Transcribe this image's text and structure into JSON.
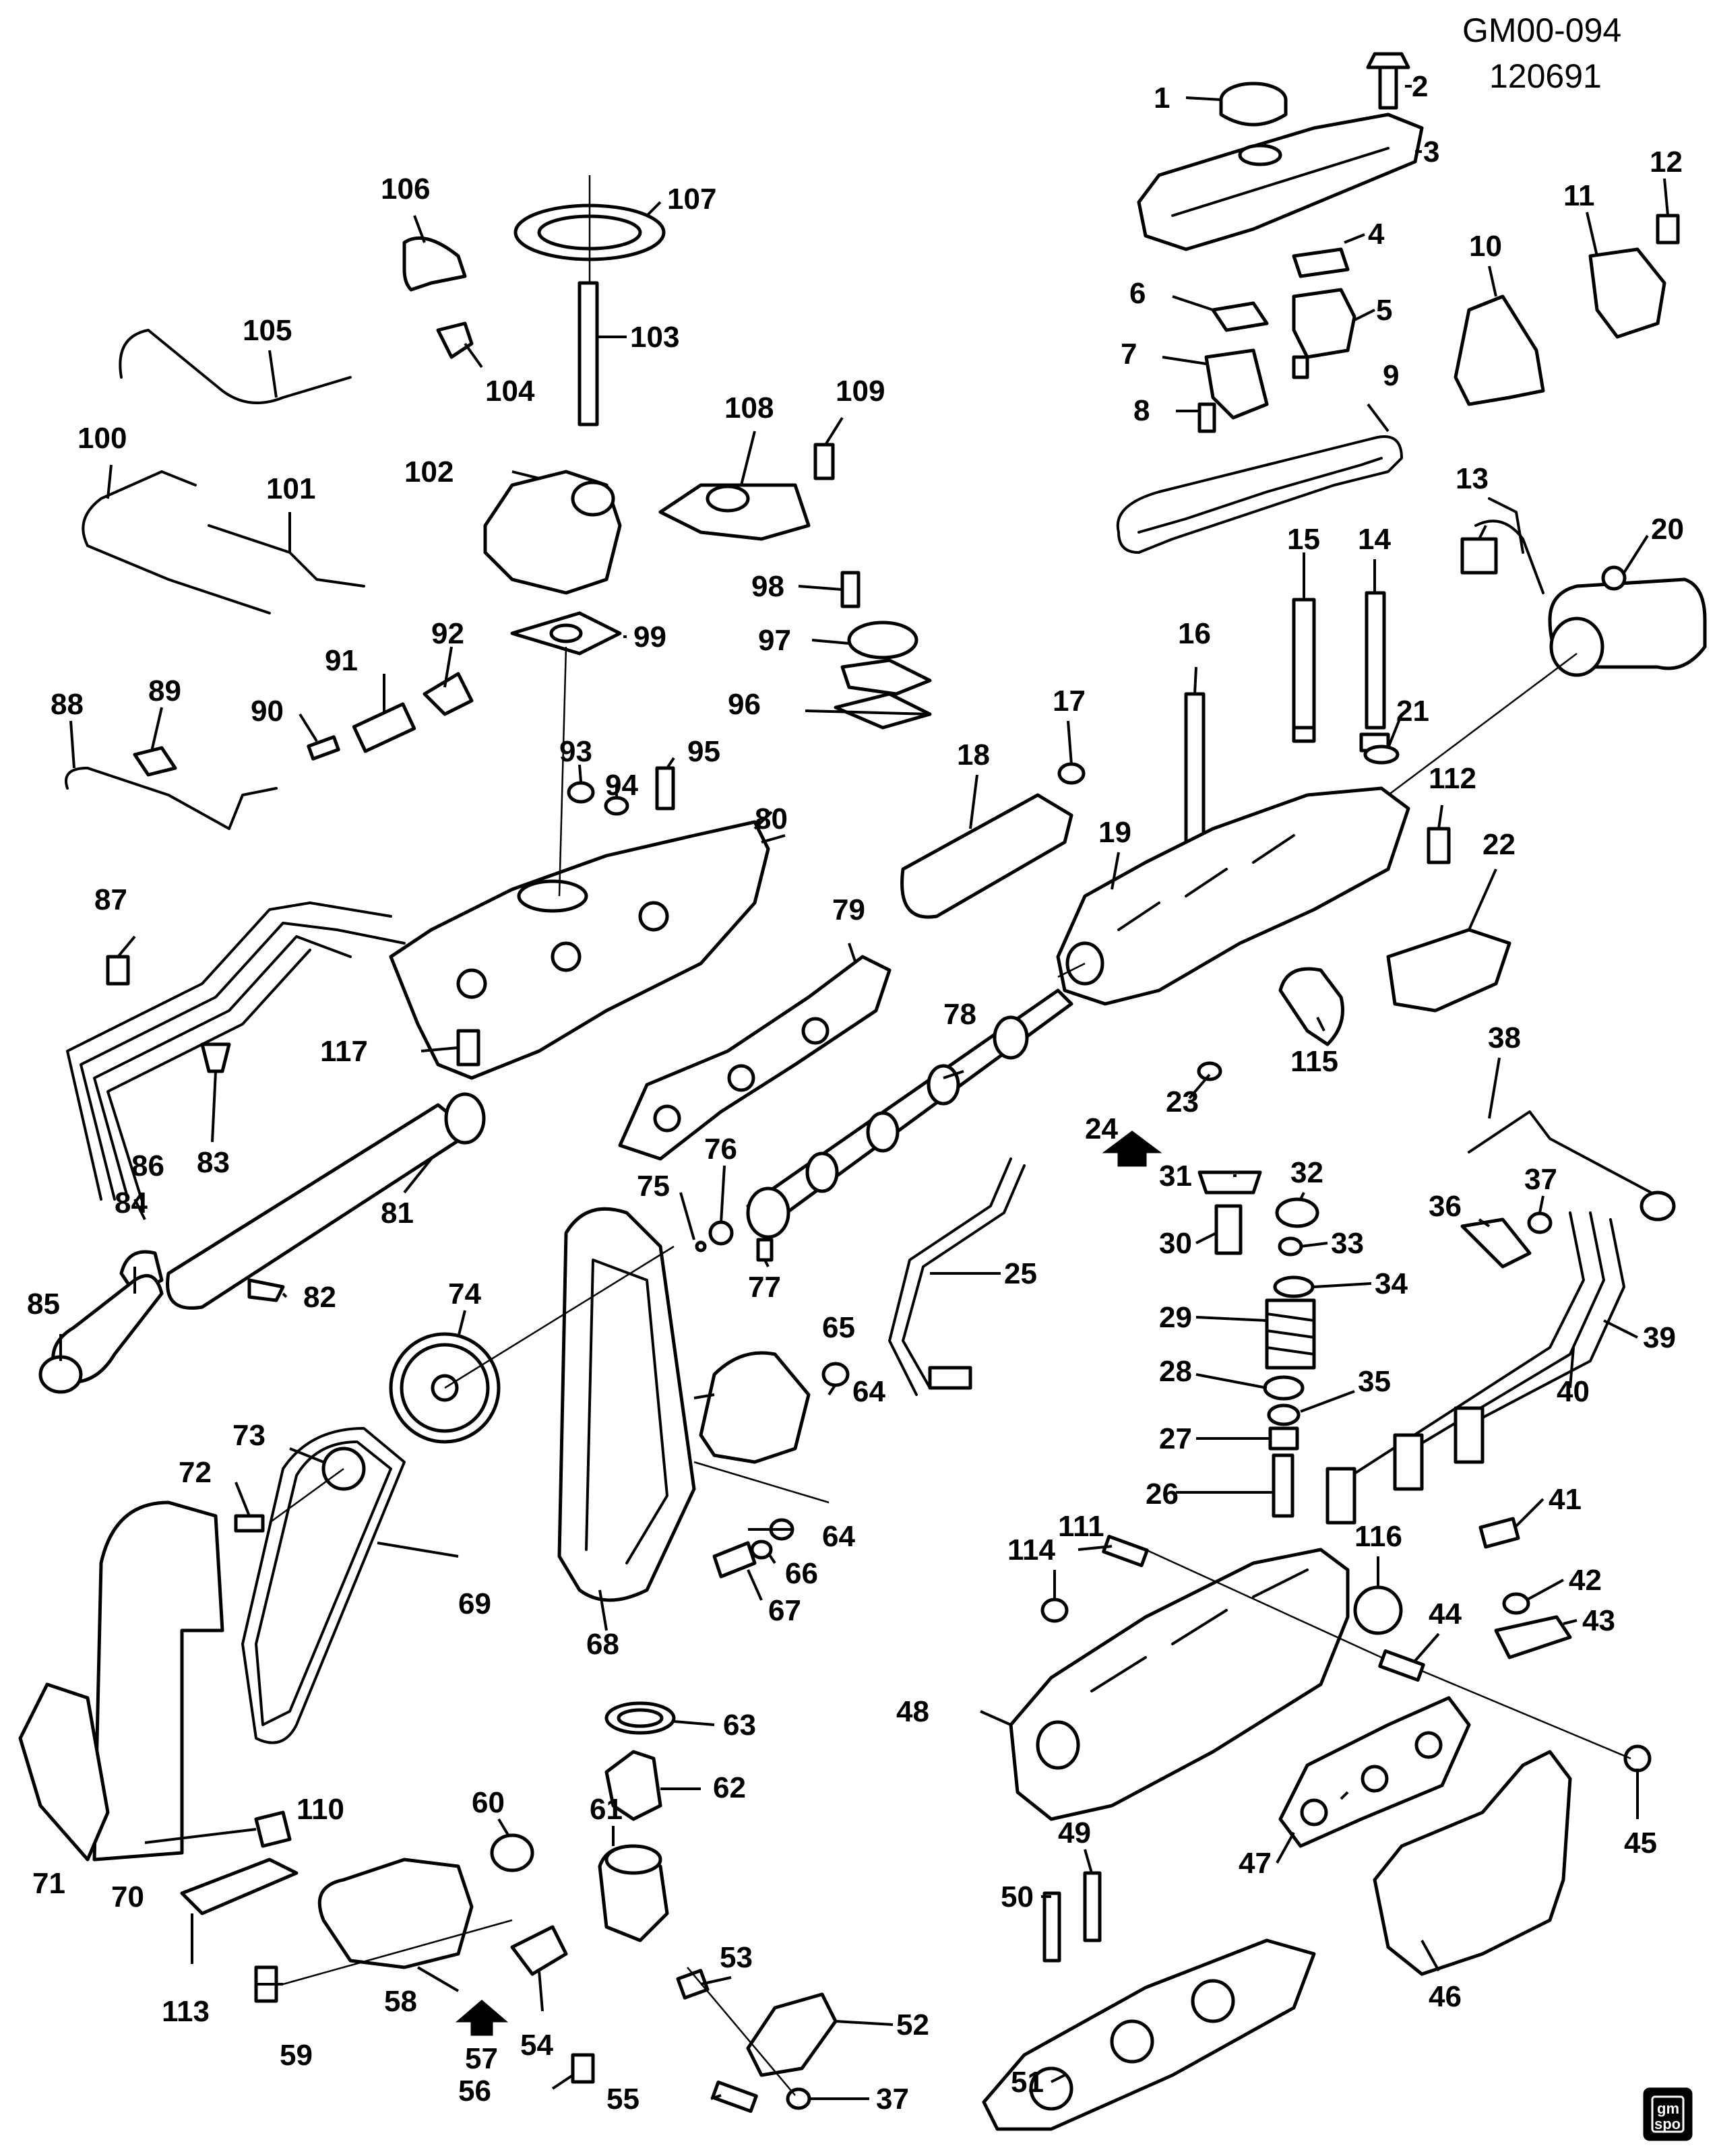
{
  "header": {
    "drawing_id": "GM00-094",
    "date_code": "120691"
  },
  "logo": {
    "line1": "gm",
    "line2": "spo"
  },
  "callouts": {
    "c1": "1",
    "c2": "2",
    "c3": "3",
    "c4": "4",
    "c5": "5",
    "c6": "6",
    "c7": "7",
    "c8": "8",
    "c9": "9",
    "c10": "10",
    "c11": "11",
    "c12": "12",
    "c13": "13",
    "c14": "14",
    "c15": "15",
    "c16": "16",
    "c17": "17",
    "c18": "18",
    "c19": "19",
    "c20": "20",
    "c21": "21",
    "c22": "22",
    "c23": "23",
    "c24": "24",
    "c25": "25",
    "c26": "26",
    "c27": "27",
    "c28": "28",
    "c29": "29",
    "c30": "30",
    "c31": "31",
    "c32": "32",
    "c33": "33",
    "c34": "34",
    "c35": "35",
    "c36": "36",
    "c37a": "37",
    "c37b": "37",
    "c38": "38",
    "c39": "39",
    "c40": "40",
    "c41": "41",
    "c42": "42",
    "c43": "43",
    "c44": "44",
    "c45": "45",
    "c46": "46",
    "c47": "47",
    "c48": "48",
    "c49": "49",
    "c50": "50",
    "c51": "51",
    "c52": "52",
    "c53": "53",
    "c54": "54",
    "c55": "55",
    "c56": "56",
    "c57": "57",
    "c58": "58",
    "c59": "59",
    "c60": "60",
    "c61": "61",
    "c62": "62",
    "c63": "63",
    "c64a": "64",
    "c64b": "64",
    "c65": "65",
    "c66": "66",
    "c67": "67",
    "c68": "68",
    "c69": "69",
    "c70": "70",
    "c71": "71",
    "c72": "72",
    "c73": "73",
    "c74": "74",
    "c75": "75",
    "c76": "76",
    "c77": "77",
    "c78": "78",
    "c79": "79",
    "c80": "80",
    "c81": "81",
    "c82": "82",
    "c83": "83",
    "c84": "84",
    "c85": "85",
    "c86": "86",
    "c87": "87",
    "c88": "88",
    "c89": "89",
    "c90": "90",
    "c91": "91",
    "c92": "92",
    "c93": "93",
    "c94": "94",
    "c95": "95",
    "c96": "96",
    "c97": "97",
    "c98": "98",
    "c99": "99",
    "c100": "100",
    "c101": "101",
    "c102": "102",
    "c103": "103",
    "c104": "104",
    "c105": "105",
    "c106": "106",
    "c107": "107",
    "c108": "108",
    "c109": "109",
    "c110": "110",
    "c111": "111",
    "c112": "112",
    "c113": "113",
    "c114": "114",
    "c115": "115",
    "c116": "116",
    "c117": "117"
  }
}
